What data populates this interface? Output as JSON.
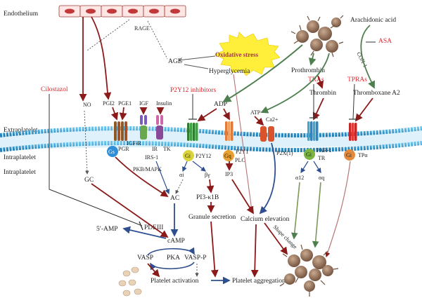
{
  "colors": {
    "dark_red": "#8b1a1a",
    "blue": "#2f4f8f",
    "green": "#4f7f4f",
    "drug_red": "#e0242a",
    "membrane": "#3fa6d8",
    "platelet": "#8a6a52",
    "starburst": "#ffef3a"
  },
  "labels": {
    "endothelium": "Endothelium",
    "rage": "RAGE",
    "age": "AGE",
    "oxidative_stress": "Oxidative stress",
    "hyperglycemia": "Hyperglycemia",
    "arachidonic_acid": "Arachidonic acid",
    "asa": "ASA",
    "cox1": "COX-1",
    "prothrombin": "Prothrombin",
    "thrombin": "Thrombin",
    "thromboxane": "Thromboxane A2",
    "cilostazol": "Cilostazol",
    "p2y12_inhibitors": "P2Y12 inhibitors",
    "tras": "TRAs",
    "tpras": "TPRAs",
    "adp": "ADP",
    "atp": "ATP",
    "ca": "Ca2+",
    "extraplatelet": "Extraplatelet",
    "intraplatelet": "Intraplatelet",
    "intraplatelet2": "Intraplatelet",
    "no": "NO",
    "pgi2": "PGI2",
    "pge1": "PGE1",
    "igf": "IGF",
    "insulin": "Insulin",
    "igf_r": "IGF-R",
    "pgr": "PGR",
    "ir": "IR",
    "tk": "TK",
    "irs1": "IRS-1",
    "pkb_mapk": "PKB/MAPK",
    "gs": "Gs",
    "gi_p2y12": "Gi",
    "p2y12": "P2Y12",
    "gq_p2y1": "Gq",
    "p2y1": "P2Y1",
    "plc": "PLC",
    "p2x1": "P2X(1)",
    "par1": "PAR-1",
    "tr": "TR",
    "gi_tr": "Gi",
    "gi_tpa": "Gi",
    "tpa": "TPα",
    "alpha_i": "αi",
    "beta_gamma": "βγ",
    "ip3": "IP3",
    "alpha12": "α12",
    "alphaq": "αq",
    "gc": "GC",
    "ac": "AC",
    "pi3k": "PI3-κ1B",
    "granule_secretion": "Granule secretion",
    "calcium_elevation": "Calcium elevation",
    "shape_change": "Shape change",
    "five_amp": "5′-AMP",
    "pdeiii": "PDEIII",
    "camp": "cAMP",
    "vasp": "VASP",
    "pka": "PKA",
    "vasp_p": "VASP-P",
    "platelet_activation": "Platelet activation",
    "platelet_aggregation": "Platelet aggregation"
  }
}
